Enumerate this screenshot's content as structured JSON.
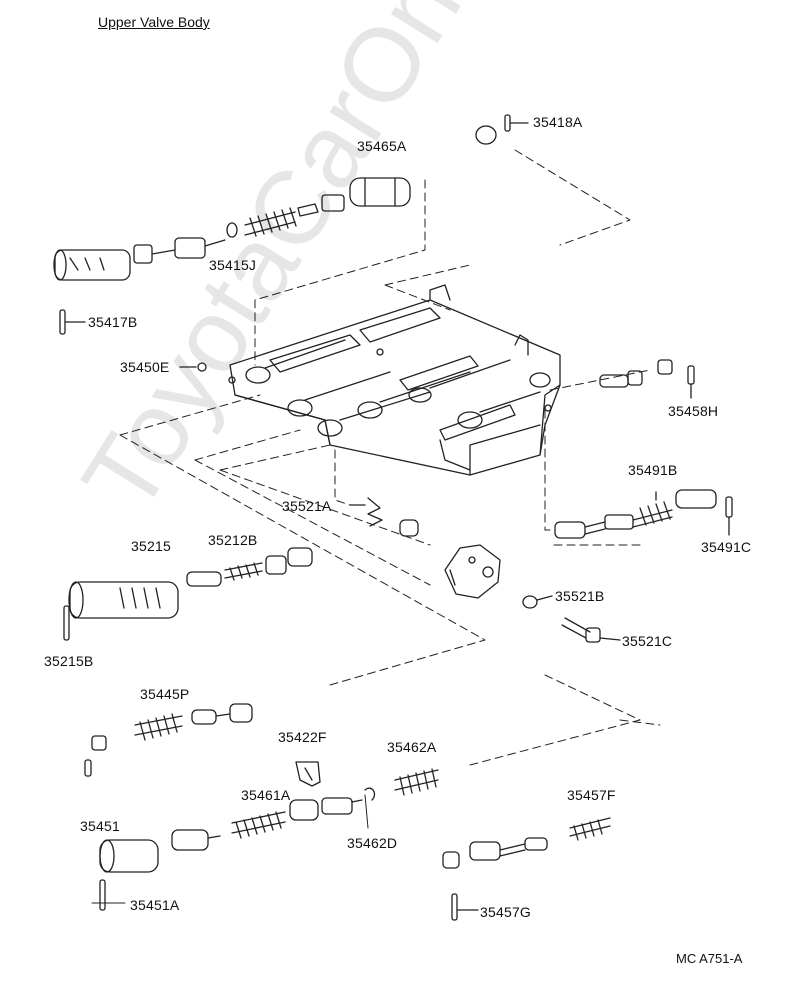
{
  "title": "Upper Valve Body",
  "watermark": "ToyotaCarOnline.ru",
  "footer_code": "MC  A751-A",
  "parts": {
    "p35418A": "35418A",
    "p35465A": "35465A",
    "p35415J": "35415J",
    "p35417B": "35417B",
    "p35450E": "35450E",
    "p35458H": "35458H",
    "p35491B": "35491B",
    "p35491C": "35491C",
    "p35521A": "35521A",
    "p35215": "35215",
    "p35212B": "35212B",
    "p35215B": "35215B",
    "p35521B": "35521B",
    "p35521C": "35521C",
    "p35445P": "35445P",
    "p35422F": "35422F",
    "p35462A": "35462A",
    "p35461A": "35461A",
    "p35462D": "35462D",
    "p35451": "35451",
    "p35451A": "35451A",
    "p35457F": "35457F",
    "p35457G": "35457G"
  }
}
